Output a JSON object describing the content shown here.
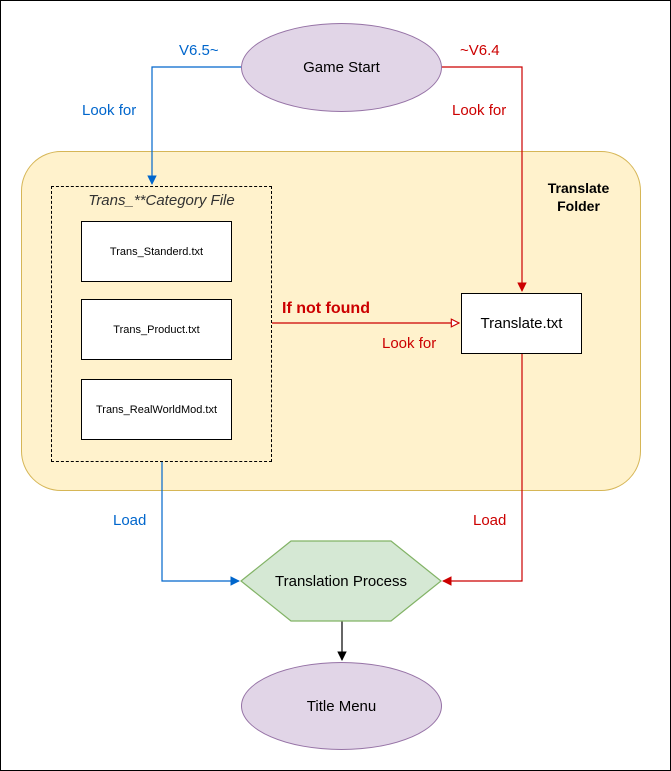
{
  "nodes": {
    "game_start": "Game Start",
    "translate_folder": "Translate\nFolder",
    "category_file": "Trans_**Category File",
    "files": [
      "Trans_Standerd.txt",
      "Trans_Product.txt",
      "Trans_RealWorldMod.txt"
    ],
    "translate_txt": "Translate.txt",
    "translation_process": "Translation Process",
    "title_menu": "Title Menu"
  },
  "edges": {
    "v65_label": "V6.5~",
    "v64_label": "~V6.4",
    "look_for_left": "Look for",
    "look_for_right": "Look for",
    "if_not_found": "If not found",
    "look_for_middle": "Look for",
    "load_left": "Load",
    "load_right": "Load"
  },
  "colors": {
    "blue_path": "#0066cc",
    "red_path": "#cc0000",
    "black_path": "#000000",
    "terminal_fill": "#e1d5e7",
    "terminal_stroke": "#9673a6",
    "folder_fill": "#fff2cc",
    "folder_stroke": "#d6b656",
    "process_fill": "#d5e8d4",
    "process_stroke": "#82b366"
  }
}
